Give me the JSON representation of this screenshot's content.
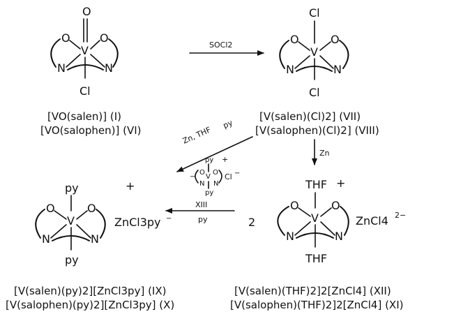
{
  "atoms": {
    "vanadium": "V",
    "oxygen": "O",
    "nitrogen": "N",
    "chloride": "Cl",
    "pyridine": "py",
    "thf": "THF",
    "zinc": "Zn"
  },
  "symbols": {
    "plus": "+",
    "minus": "−",
    "coefficient": "2"
  },
  "reagents": {
    "socl2": "SOCl2",
    "zn_thf_py": "Zn, THF",
    "py": "py",
    "zn": "Zn",
    "xiii": "XIII",
    "xiii_py": "py"
  },
  "counterions": {
    "zncl3py": "ZnCl3py",
    "zncl4": "ZnCl4",
    "zncl4_charge": "2−",
    "cl_minus": "Cl"
  },
  "captions": {
    "compound_I": "[VO(salen)] (I)",
    "compound_VI": "[VO(salophen)] (VI)",
    "compound_VII": "[V(salen)(Cl)2] (VII)",
    "compound_VIII": "[V(salophen)(Cl)2] (VIII)",
    "compound_IX": "[V(salen)(py)2][ZnCl3py] (IX)",
    "compound_X": "[V(salophen)(py)2][ZnCl3py] (X)",
    "compound_XII": "[V(salen)(THF)2]2[ZnCl4] (XII)",
    "compound_XI": "[V(salophen)(THF)2]2[ZnCl4] (XI)"
  }
}
